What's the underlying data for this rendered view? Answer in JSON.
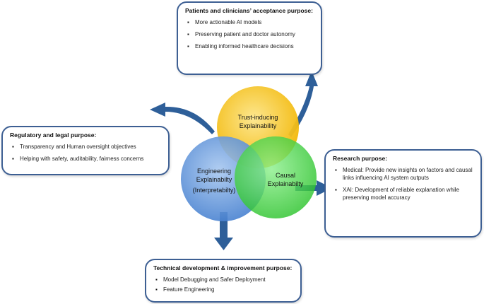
{
  "boxes": {
    "patients": {
      "title": "Patients and clinicians’ acceptance purpose:",
      "items": [
        "More actionable AI models",
        "Preserving patient and doctor autonomy",
        "Enabling informed healthcare decisions"
      ]
    },
    "regulatory": {
      "title": "Regulatory and legal purpose:",
      "items": [
        "Transparency and Human oversight objectives",
        "Helping with safety, auditability, fairness concerns"
      ]
    },
    "research": {
      "title": "Research purpose:",
      "items": [
        "Medical: Provide new insights on factors and causal links influencing AI system outputs",
        "XAI: Development of reliable explanation while preserving model accuracy"
      ]
    },
    "technical": {
      "title": "Technical development & improvement purpose:",
      "items": [
        "Model Debugging and Safer Deployment",
        "Feature Engineering"
      ]
    }
  },
  "circles": {
    "trust": {
      "line1": "Trust-inducing",
      "line2": "Explainability",
      "color": "#f5c61b"
    },
    "engineering": {
      "line1": "Engineering",
      "line2": "Explainabilty",
      "line3": "(Interpretabilty)",
      "color": "#5b8fd6"
    },
    "causal": {
      "line1": "Causal",
      "line2": "Explainabilty",
      "color": "#3fcf3f"
    }
  },
  "colors": {
    "border": "#3d5f93",
    "arrow": "#2e5f99"
  }
}
